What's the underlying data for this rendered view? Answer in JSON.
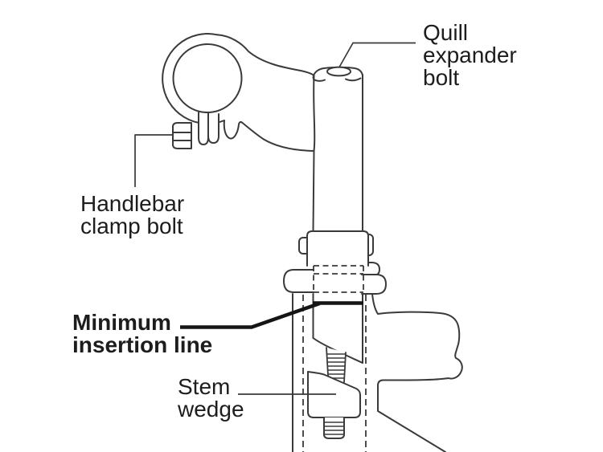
{
  "figure": {
    "type": "technical-illustration",
    "subject": "bicycle quill stem cutaway diagram",
    "background_color": "#ffffff",
    "line_color": "#3a3a3a",
    "emphasis_line_color": "#151515",
    "text_color": "#1d1d1d",
    "labels": {
      "quill_expander_bolt": "Quill\nexpander\nbolt",
      "handlebar_clamp_bolt": "Handlebar\nclamp bolt",
      "minimum_insertion_line": "Minimum\ninsertion line",
      "stem_wedge": "Stem\nwedge"
    }
  }
}
